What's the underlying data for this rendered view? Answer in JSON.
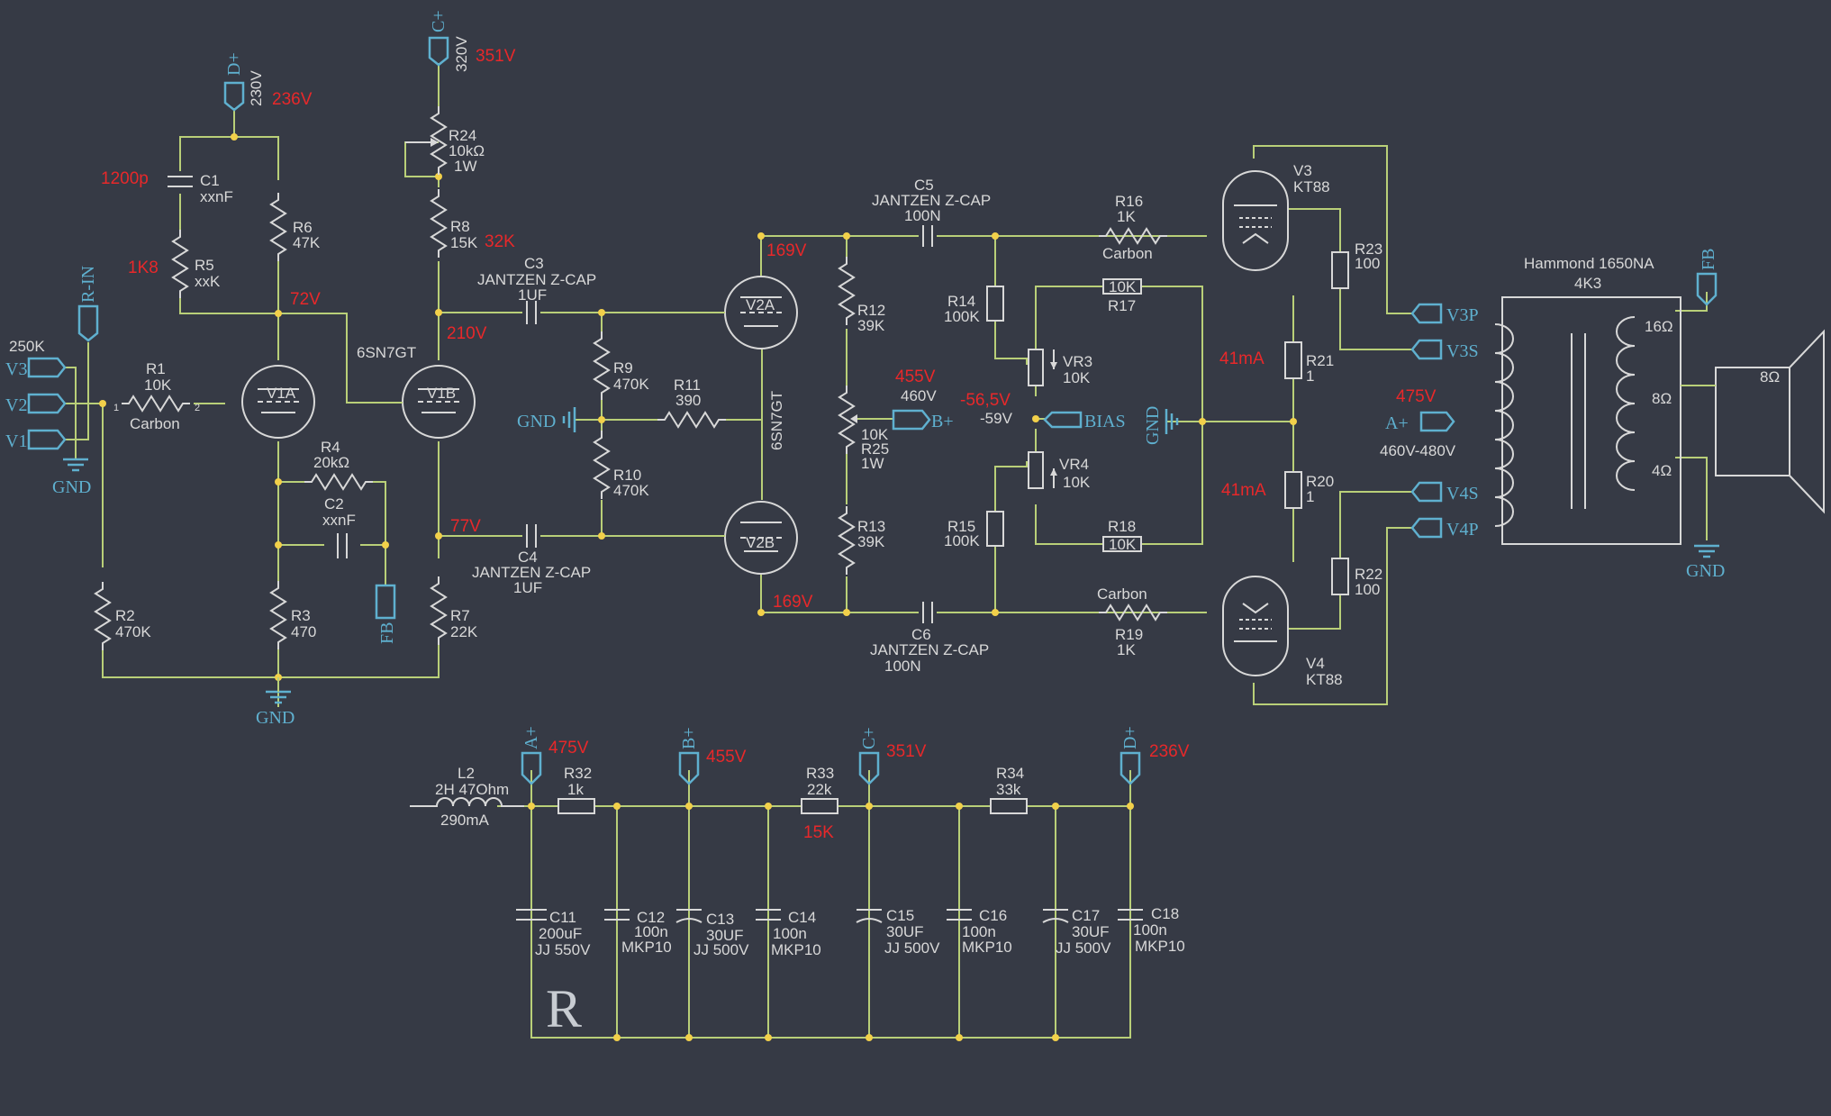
{
  "title_mark": "R",
  "nets": {
    "d_plus": "D+",
    "c_plus": "C+",
    "a_plus": "A+",
    "b_plus": "B+",
    "r_in": "R-IN",
    "v1": "V1",
    "v2": "V2",
    "v3": "V3",
    "gnd": "GND",
    "fb": "FB",
    "bias": "BIAS",
    "v3p": "V3P",
    "v3s": "V3S",
    "v4s": "V4S",
    "v4p": "V4P"
  },
  "pin_labels": {
    "d_plus": "230V",
    "c_plus": "320V"
  },
  "measurements": {
    "d_plus": "236V",
    "c_plus": "351V",
    "c1": "1200p",
    "r5": "1K8",
    "r8": "32K",
    "v1a_plate": "72V",
    "v1b_plate": "210V",
    "v1b_cathode": "77V",
    "v2a_plate": "169V",
    "v2b_plate": "169V",
    "b_plus": "455V",
    "bias": "-56,5V",
    "v3_current": "41mA",
    "v4_current": "41mA",
    "a_plus": "475V",
    "r33": "15K",
    "supply_a": "475V",
    "supply_b": "455V",
    "supply_c": "351V",
    "supply_d": "236V"
  },
  "input": {
    "pot": "250K"
  },
  "tubes": {
    "v1a": "V1A",
    "v1b": "V1B",
    "v2a": "V2A",
    "v2b": "V2B",
    "type_driver": "6SN7GT",
    "type_phase": "6SN7GT"
  },
  "power_tubes": {
    "v3": "V3",
    "v3_type": "KT88",
    "v4": "V4",
    "v4_type": "KT88"
  },
  "components": {
    "r1": [
      "R1",
      "10K",
      "Carbon"
    ],
    "r2": [
      "R2",
      "470K"
    ],
    "r3": [
      "R3",
      "470"
    ],
    "r4": [
      "R4",
      "20kΩ"
    ],
    "r5": [
      "R5",
      "xxK"
    ],
    "r6": [
      "R6",
      "47K"
    ],
    "r7": [
      "R7",
      "22K"
    ],
    "r8": [
      "R8",
      "15K"
    ],
    "r9": [
      "R9",
      "470K"
    ],
    "r10": [
      "R10",
      "470K"
    ],
    "r11": [
      "R11",
      "390"
    ],
    "r12": [
      "R12",
      "39K"
    ],
    "r13": [
      "R13",
      "39K"
    ],
    "r14": [
      "R14",
      "100K"
    ],
    "r15": [
      "R15",
      "100K"
    ],
    "r16": [
      "R16",
      "1K",
      "Carbon"
    ],
    "r17": [
      "R17",
      "10K"
    ],
    "r18": [
      "R18",
      "10K"
    ],
    "r19": [
      "R19",
      "1K",
      "Carbon"
    ],
    "r20": [
      "R20",
      "1"
    ],
    "r21": [
      "R21",
      "1"
    ],
    "r22": [
      "R22",
      "100"
    ],
    "r23": [
      "R23",
      "100"
    ],
    "r24": [
      "R24",
      "10kΩ",
      "1W"
    ],
    "r25": [
      "R25",
      "10K",
      "1W"
    ],
    "vr3": [
      "VR3",
      "10K"
    ],
    "vr4": [
      "VR4",
      "10K"
    ],
    "c1": [
      "C1",
      "xxnF"
    ],
    "c2": [
      "C2",
      "xxnF"
    ],
    "c3": [
      "C3",
      "JANTZEN Z-CAP",
      "1UF"
    ],
    "c4": [
      "C4",
      "JANTZEN Z-CAP",
      "1UF"
    ],
    "c5": [
      "C5",
      "JANTZEN Z-CAP",
      "100N"
    ],
    "c6": [
      "C6",
      "JANTZEN Z-CAP",
      "100N"
    ],
    "b_plus_rating": "460V",
    "bias_rating": "-59V"
  },
  "transformer": {
    "name": "Hammond 1650NA",
    "impedance": "4K3",
    "tap16": "16Ω",
    "tap8": "8Ω",
    "tap4": "4Ω",
    "a_range": "460V-480V",
    "speaker": "8Ω"
  },
  "supply": {
    "l2": [
      "L2",
      "2H 47Ohm",
      "290mA"
    ],
    "r32": [
      "R32",
      "1k"
    ],
    "r33": [
      "R33",
      "22k"
    ],
    "r34": [
      "R34",
      "33k"
    ],
    "c11": [
      "C11",
      "200uF",
      "JJ 550V"
    ],
    "c12": [
      "C12",
      "100n",
      "MKP10"
    ],
    "c13": [
      "C13",
      "30UF",
      "JJ 500V"
    ],
    "c14": [
      "C14",
      "100n",
      "MKP10"
    ],
    "c15": [
      "C15",
      "30UF",
      "JJ 500V"
    ],
    "c16": [
      "C16",
      "100n",
      "MKP10"
    ],
    "c17": [
      "C17",
      "30UF",
      "JJ 500V"
    ],
    "c18": [
      "C18",
      "100n",
      "MKP10"
    ]
  },
  "colors": {
    "background": "#363a45",
    "wire": "#b9cf78",
    "component": "#d8d8d8",
    "port": "#5fb0cf",
    "measurement": "#e8282a",
    "junction": "#f2d04a"
  }
}
